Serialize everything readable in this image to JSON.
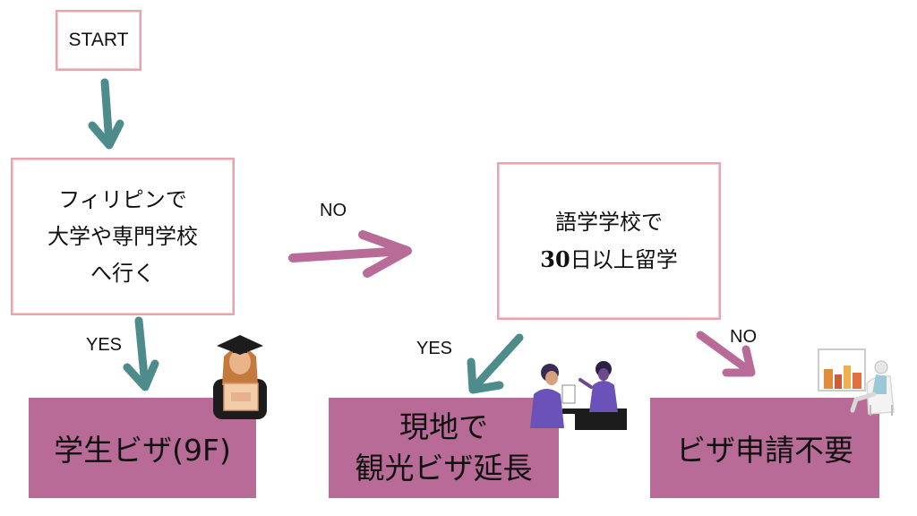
{
  "nodes": {
    "start": "START",
    "question1": [
      "フィリピンで",
      "大学や専門学校",
      "へ行く"
    ],
    "question2_line1": "語学学校で",
    "question2_line2_num": "30",
    "question2_line2_rest": "日以上留学",
    "result1": "学生ビザ(9F)",
    "result2": [
      "現地で",
      "観光ビザ延長"
    ],
    "result3": "ビザ申請不要"
  },
  "edges": {
    "q1_no": "NO",
    "q1_yes": "YES",
    "q2_yes": "YES",
    "q2_no": "NO"
  },
  "colors": {
    "teal_arrow": "#4e8c8c",
    "pink_arrow": "#b86b96",
    "result_fill": "#b86b96",
    "box_border": "#e8a3ae"
  }
}
